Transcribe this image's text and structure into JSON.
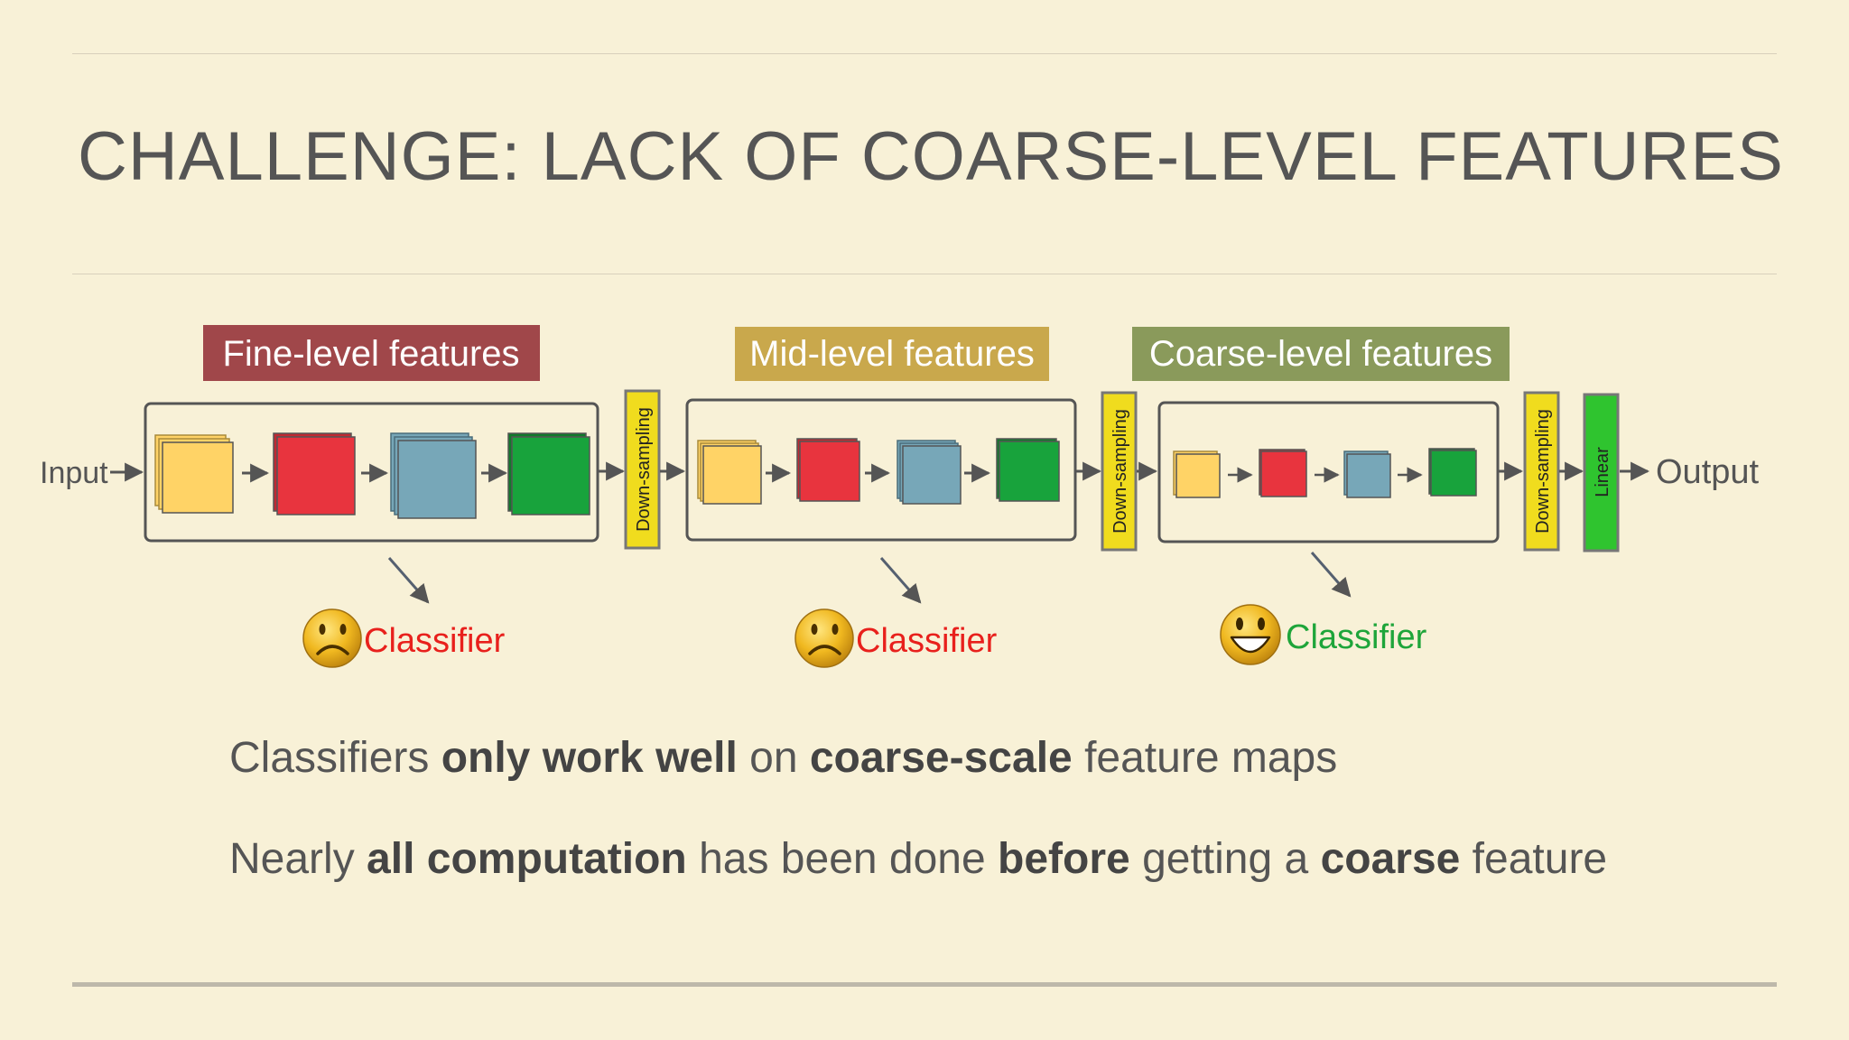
{
  "title": "CHALLENGE: LACK OF COARSE-LEVEL FEATURES",
  "diagram": {
    "input_label": "Input",
    "output_label": "Output",
    "stages": [
      {
        "label": "Fine-level features",
        "color": "#a0474a"
      },
      {
        "label": "Mid-level features",
        "color": "#c9a84c"
      },
      {
        "label": "Coarse-level features",
        "color": "#8a9a5b"
      }
    ],
    "downsampling_label": "Down-sampling",
    "linear_label": "Linear",
    "classifiers": [
      {
        "label": "Classifier",
        "mood": "sad",
        "color": "#e8201c"
      },
      {
        "label": "Classifier",
        "mood": "sad",
        "color": "#e8201c"
      },
      {
        "label": "Classifier",
        "mood": "happy",
        "color": "#1ea53a"
      }
    ],
    "block_colors": {
      "yellow": "#ffd366",
      "red": "#e8343e",
      "blue": "#77a7b8",
      "green": "#18a33c",
      "downsampling": "#f0dc1e",
      "linear": "#2fc42f"
    }
  },
  "bullets": [
    {
      "parts": [
        {
          "text": "Classifiers ",
          "bold": false
        },
        {
          "text": "only work well",
          "bold": true
        },
        {
          "text": " on ",
          "bold": false
        },
        {
          "text": "coarse-scale",
          "bold": true
        },
        {
          "text": " feature maps",
          "bold": false
        }
      ]
    },
    {
      "parts": [
        {
          "text": "Nearly ",
          "bold": false
        },
        {
          "text": "all computation",
          "bold": true
        },
        {
          "text": " has been done ",
          "bold": false
        },
        {
          "text": "before",
          "bold": true
        },
        {
          "text": " getting a ",
          "bold": false
        },
        {
          "text": "coarse",
          "bold": true
        },
        {
          "text": " feature",
          "bold": false
        }
      ]
    }
  ]
}
